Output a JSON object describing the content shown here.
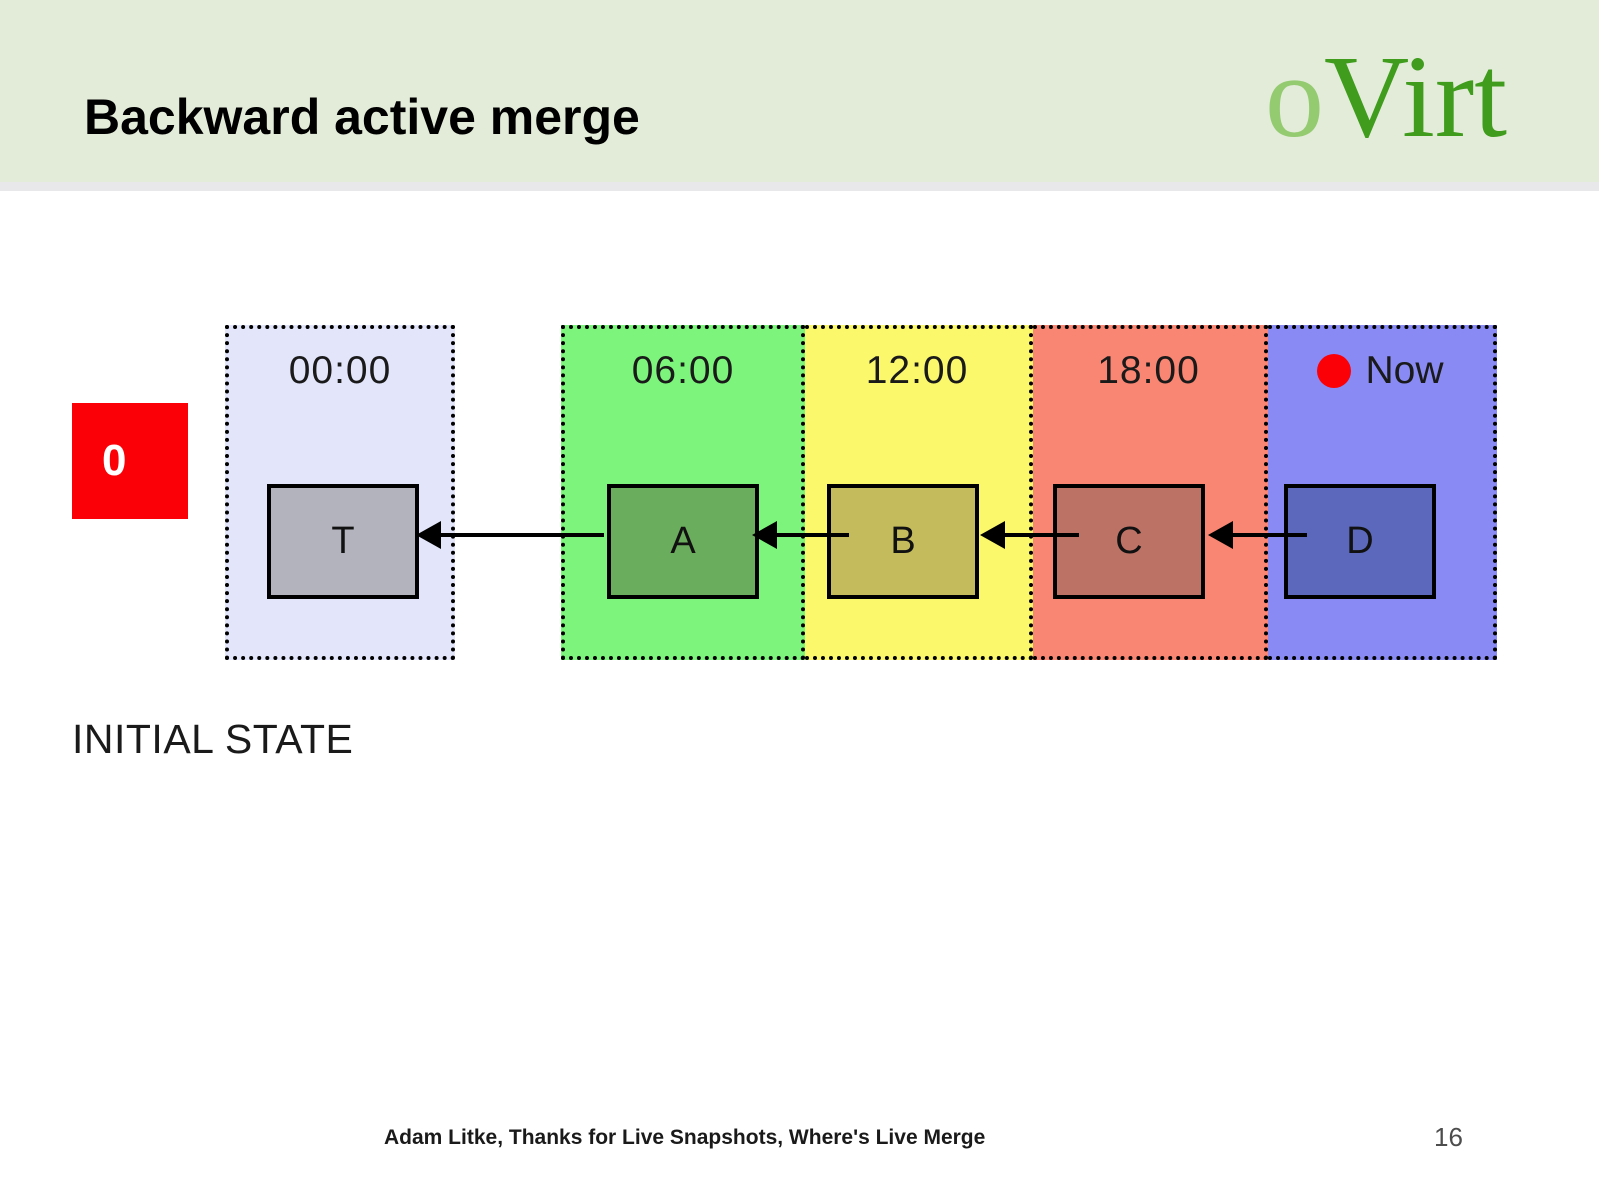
{
  "header": {
    "title": "Backward active merge",
    "background": "#e3ecd9",
    "logo": {
      "part1": "o",
      "part2": "Virt",
      "color1": "#94cb71",
      "color2": "#3f9c1c"
    }
  },
  "diagram": {
    "badge": {
      "label": "0",
      "background": "#fb0007",
      "text_color": "#ffffff"
    },
    "state_label": "INITIAL STATE",
    "now_marker": {
      "label": "Now",
      "dot_color": "#fb0007"
    },
    "columns": [
      {
        "time": "00:00",
        "background": "#e3e6fb",
        "box": {
          "label": "T",
          "fill": "#b3b3bd"
        }
      },
      {
        "time": "06:00",
        "background": "#7df57d",
        "box": {
          "label": "A",
          "fill": "#6aad5d"
        }
      },
      {
        "time": "12:00",
        "background": "#fbf86b",
        "box": {
          "label": "B",
          "fill": "#c4bc5c"
        }
      },
      {
        "time": "18:00",
        "background": "#f98573",
        "box": {
          "label": "C",
          "fill": "#bd7266"
        }
      },
      {
        "time": "Now",
        "background": "#8a8af5",
        "box": {
          "label": "D",
          "fill": "#5b68bb"
        }
      }
    ]
  },
  "footer": {
    "credit": "Adam Litke, Thanks for Live Snapshots, Where's Live Merge",
    "page_number": "16"
  }
}
